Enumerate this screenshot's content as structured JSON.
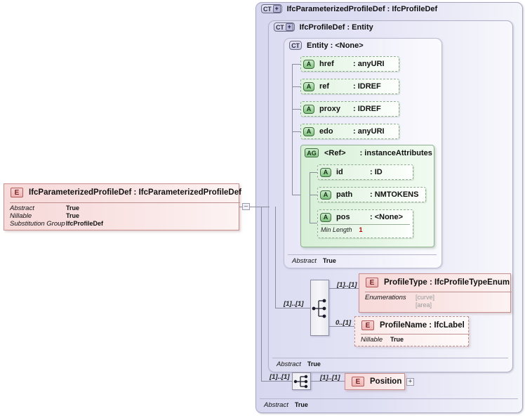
{
  "diagram": {
    "kind": "xsd-schema-diagram",
    "root_element": {
      "badge": "E",
      "title": "IfcParameterizedProfileDef : IfcParameterizedProfileDef",
      "properties": [
        {
          "name": "Abstract",
          "value": "True"
        },
        {
          "name": "Nillable",
          "value": "True"
        },
        {
          "name": "Substitution Group",
          "value": "IfcProfileDef"
        }
      ],
      "collapse_glyph": "–"
    },
    "outer_type": {
      "badge": "CT",
      "badge_plus": "+",
      "title": "IfcParameterizedProfileDef : IfcProfileDef",
      "footer": {
        "name": "Abstract",
        "value": "True"
      }
    },
    "middle_type": {
      "badge": "CT",
      "badge_plus": "+",
      "title": "IfcProfileDef : Entity",
      "footer": {
        "name": "Abstract",
        "value": "True"
      }
    },
    "inner_type": {
      "badge": "CT",
      "title": "Entity    : <None>",
      "footer": {
        "name": "Abstract",
        "value": "True"
      }
    },
    "attributes": [
      {
        "badge": "A",
        "name": "href",
        "type": ": anyURI"
      },
      {
        "badge": "A",
        "name": "ref",
        "type": ": IDREF"
      },
      {
        "badge": "A",
        "name": "proxy",
        "type": ": IDREF"
      },
      {
        "badge": "A",
        "name": "edo",
        "type": ": anyURI"
      }
    ],
    "attribute_group": {
      "badge": "AG",
      "name": "<Ref>",
      "type": ": instanceAttributes",
      "attributes": [
        {
          "badge": "A",
          "name": "id",
          "type": ": ID"
        },
        {
          "badge": "A",
          "name": "path",
          "type": ": NMTOKENS"
        },
        {
          "badge": "A",
          "name": "pos",
          "type": ": <None>",
          "facet": {
            "name": "Min Length",
            "value": "1"
          }
        }
      ]
    },
    "sequence_inner": {
      "icon": "sequence-icon",
      "incoming_cardinality": "[1]..[1]",
      "children": [
        {
          "cardinality": "[1]..[1]",
          "badge": "E",
          "title": "ProfileType : IfcProfileTypeEnum",
          "properties": [
            {
              "name": "Enumerations",
              "values": [
                "[curve]",
                "[area]"
              ]
            }
          ],
          "style": "solid"
        },
        {
          "cardinality": "0..[1]",
          "badge": "E",
          "title": "ProfileName : IfcLabel",
          "properties": [
            {
              "name": "Nillable",
              "value": "True"
            }
          ],
          "style": "dashed"
        }
      ]
    },
    "sequence_outer": {
      "icon": "sequence-icon",
      "incoming_cardinality": "[1]..[1]",
      "children": [
        {
          "cardinality": "[1]..[1]",
          "badge": "E",
          "title": "Position",
          "expand_glyph": "+",
          "style": "solid"
        }
      ]
    }
  }
}
